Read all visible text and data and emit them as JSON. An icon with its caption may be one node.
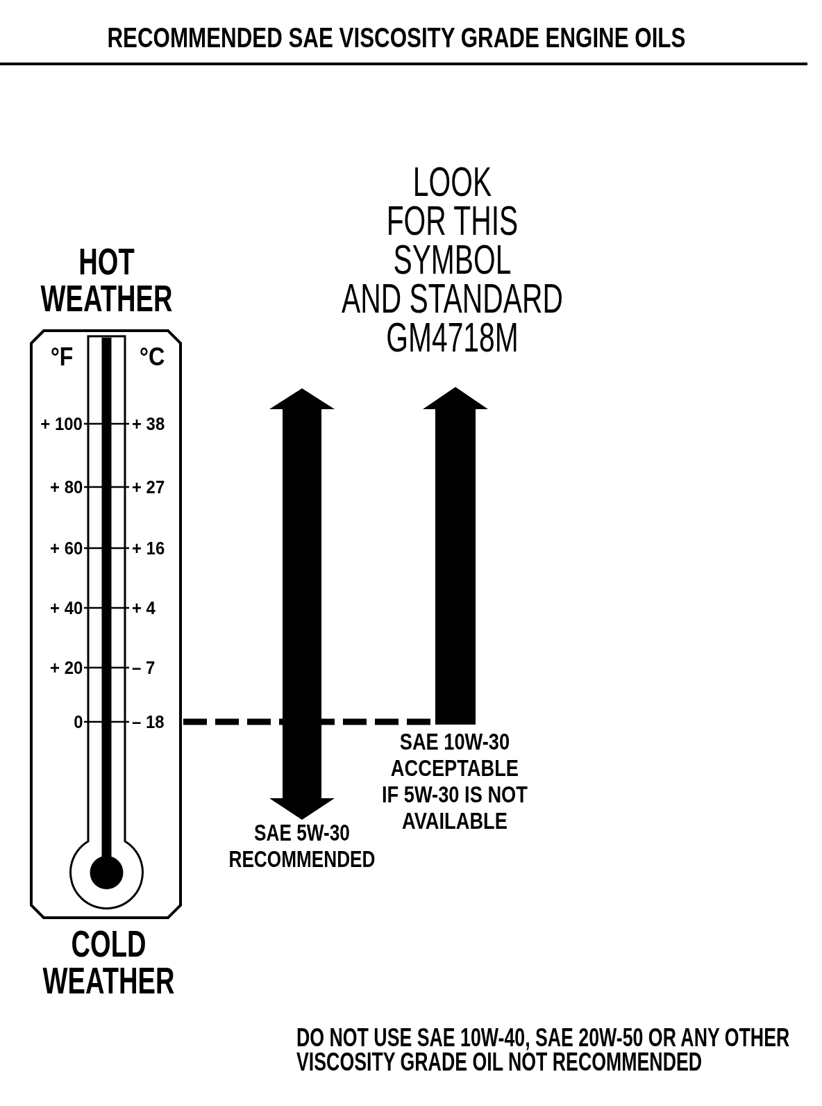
{
  "diagram": {
    "title": "RECOMMENDED SAE VISCOSITY GRADE ENGINE OILS",
    "nodes": [
      {
        "text": [
          "°F",
          "°C",
          "+ 100",
          "+ 38",
          "+ 80",
          "+ 27",
          "+ 60",
          "+ 16",
          "+ 40",
          "+ 4",
          "+ 20",
          "– 7",
          "0",
          "– 18"
        ],
        "beside": [
          "HOT WEATHER",
          "COLD WEATHER"
        ]
      }
    ],
    "labels": [
      "LOOK FOR THIS SYMBOL AND STANDARD GM4718M",
      "SAE 10W-30 ACCEPTABLE IF 5W-30 IS NOT AVAILABLE",
      "SAE 5W-30 RECOMMENDED",
      "DO NOT USE SAE 10W-40, SAE 20W-50 OR ANY OTHER VISCOSITY GRADE OIL NOT RECOMMENDED"
    ]
  }
}
